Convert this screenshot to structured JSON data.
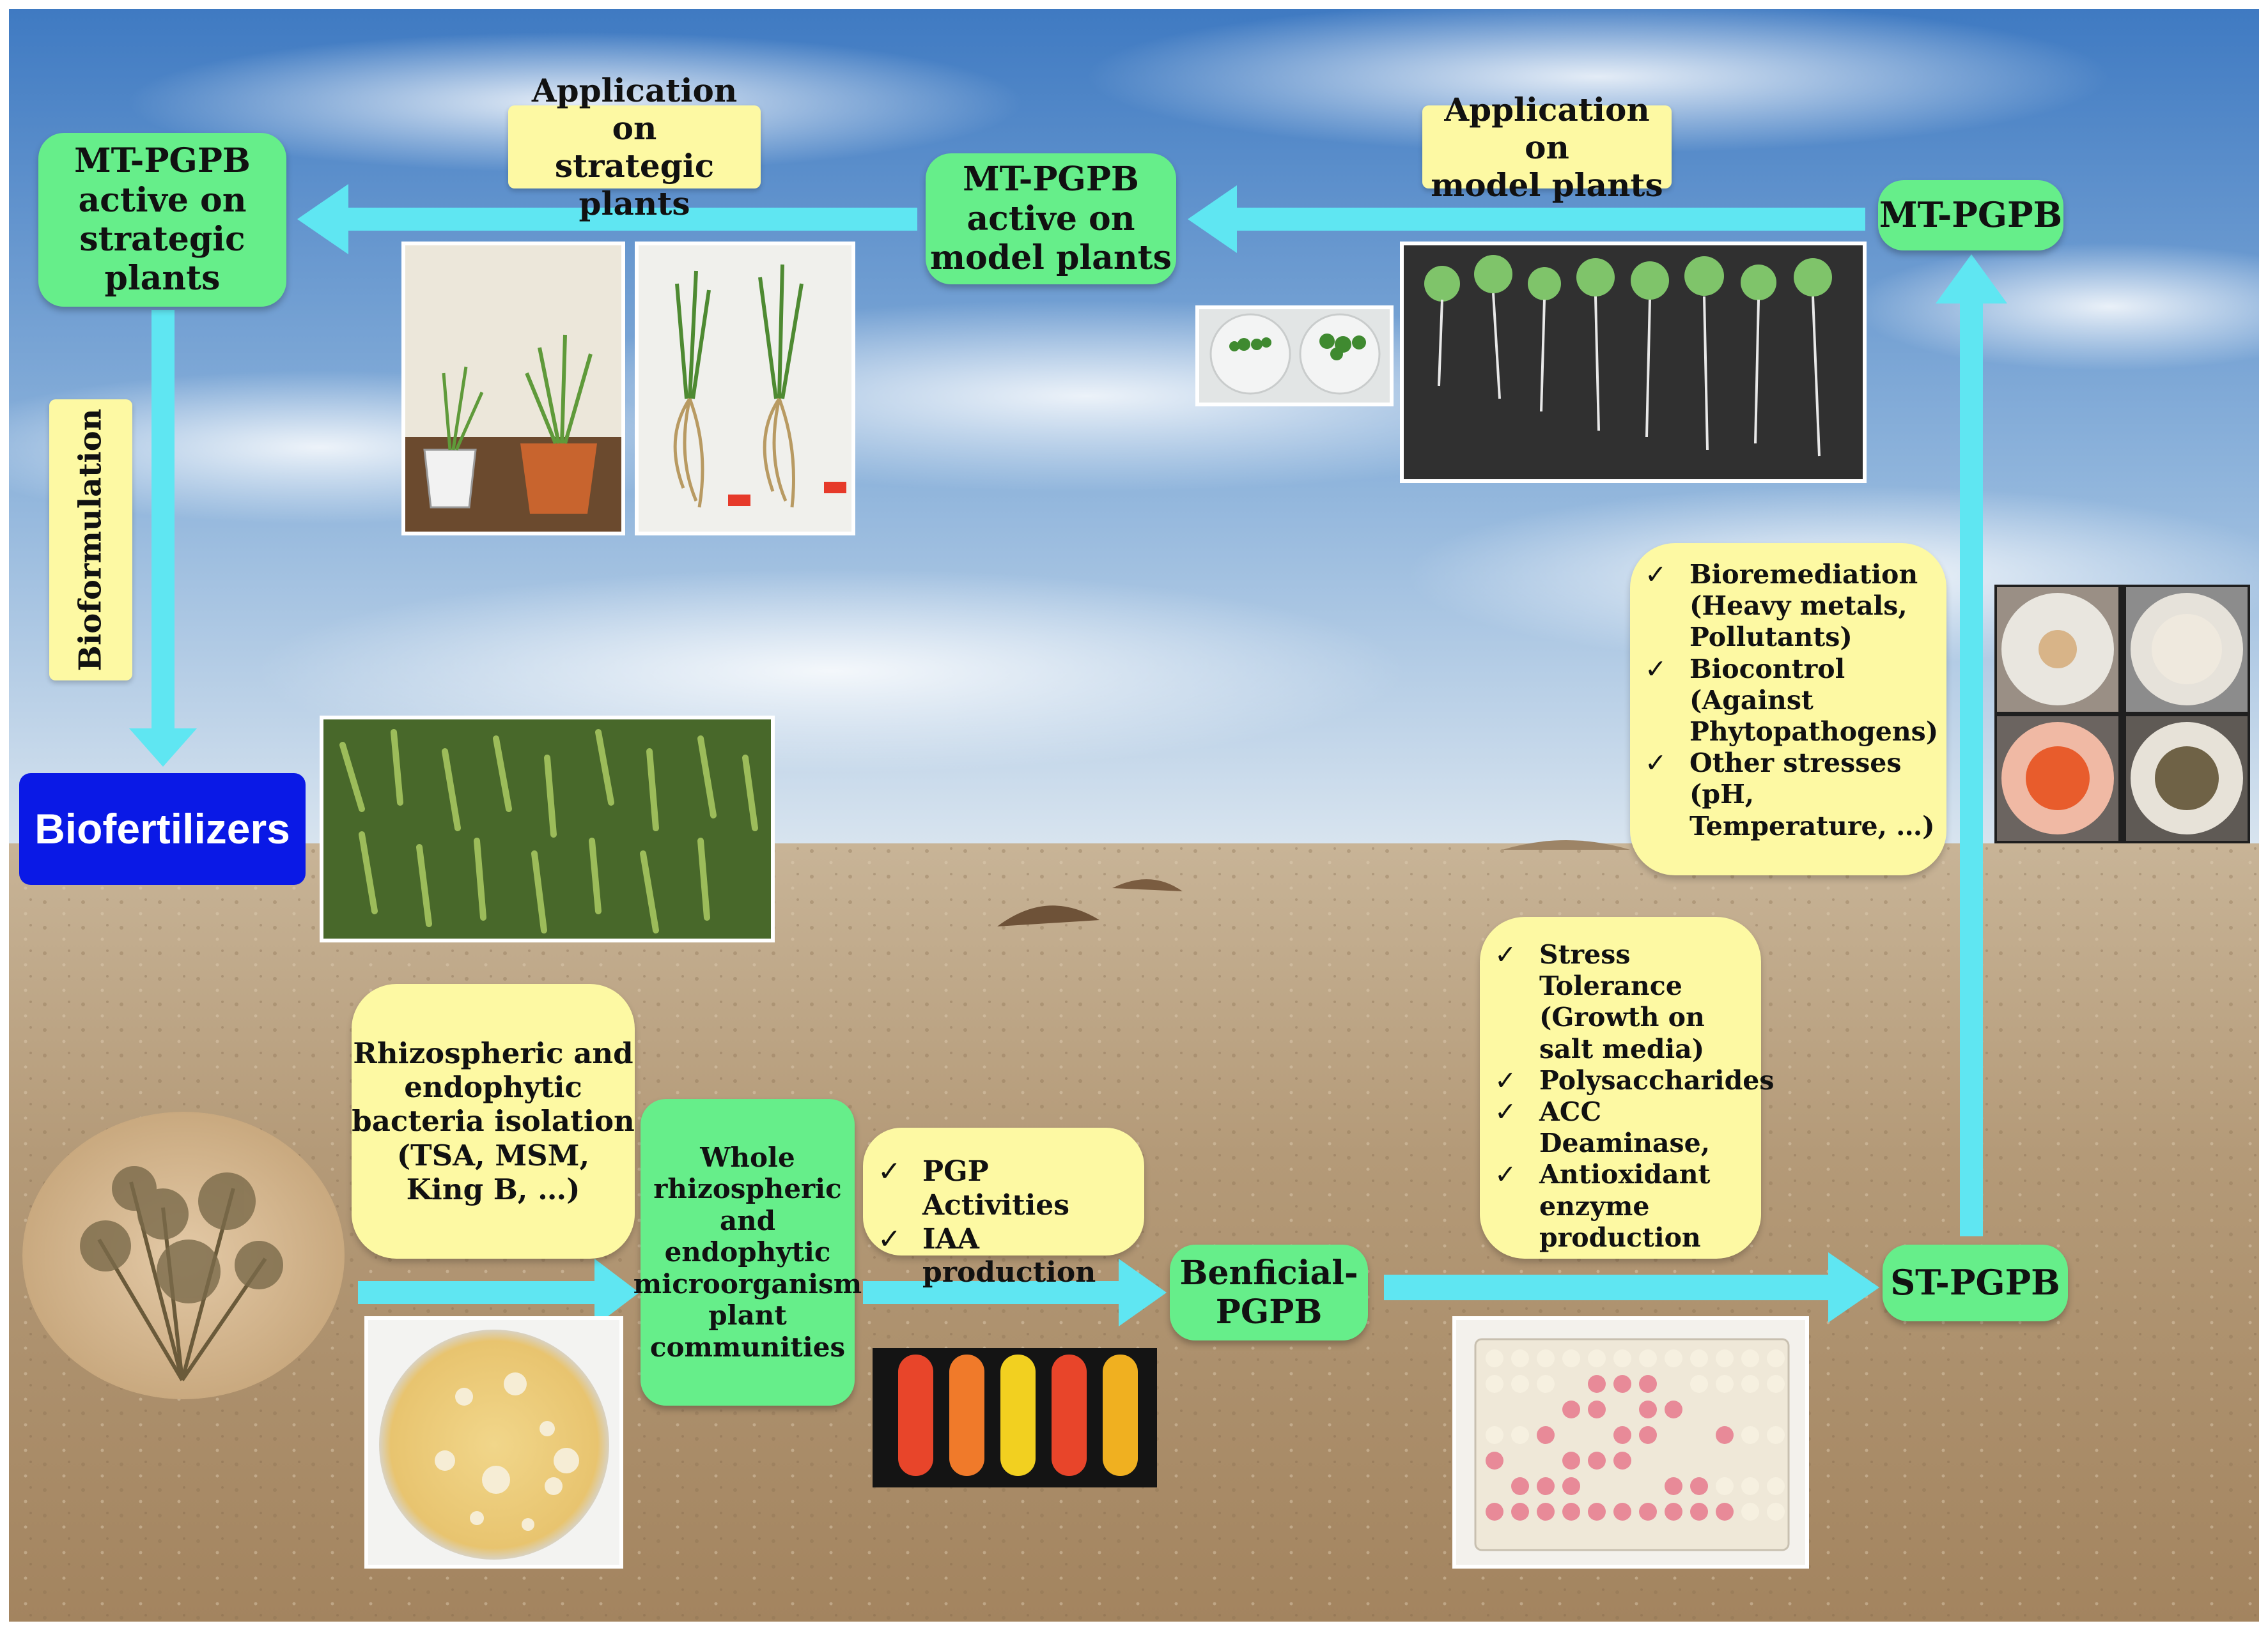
{
  "colors": {
    "sky_top": "#4f86c6",
    "sky_bottom": "#c9d9ea",
    "ground": "#b49a78",
    "arrow": "#5fe6f2",
    "green_box": "#66ee8a",
    "yellow_box": "#fdf9a3",
    "biofertilizers_bg": "#0a19e6",
    "biofertilizers_text": "#ffffff"
  },
  "nodes": {
    "mt_pgpb_strategic": [
      "MT-PGPB",
      "active on",
      "strategic",
      "plants"
    ],
    "mt_pgpb_model": [
      "MT-PGPB",
      "active on",
      "model plants"
    ],
    "mt_pgpb": "MT-PGPB",
    "st_pgpb": "ST-PGPB",
    "beneficial_pgpb": [
      "Benficial-",
      "PGPB"
    ],
    "whole_communities": [
      "Whole",
      "rhizospheric",
      "and",
      "endophytic",
      "microorganism",
      "plant",
      "communities"
    ],
    "biofertilizers": "Biofertilizers"
  },
  "labels": {
    "application_strategic": [
      "Application on",
      "strategic plants"
    ],
    "application_model": [
      "Application on",
      "model plants"
    ],
    "bioformulation": "Bioformulation",
    "isolation": [
      "Rhizospheric and",
      "endophytic",
      "bacteria isolation",
      "(TSA, MSM,",
      "King B, …)"
    ]
  },
  "lists": {
    "pgp": [
      "PGP Activities",
      "IAA production"
    ],
    "stress": [
      "Stress Tolerance (Growth on salt media)",
      "Polysaccharides",
      "ACC Deaminase,",
      "Antioxidant enzyme production"
    ],
    "bio": [
      "Bioremediation (Heavy metals, Pollutants)",
      "Biocontrol (Against Phytopathogens)",
      "Other stresses (pH, Temperature, …)"
    ]
  },
  "icons": {
    "potted_plants": "potted-wheat-photo",
    "uprooted_plants": "uprooted-wheat-photo",
    "seedlings": "arabidopsis-seedlings-photo",
    "petri_small": "small-petri-dishes-photo",
    "antagonism": "antagonism-plates-photo",
    "wheat_field": "wheat-field-photo",
    "shrub": "desert-shrub-photo",
    "colonies": "bacterial-colonies-plate-photo",
    "tubes": "iaa-test-tubes-photo",
    "microplate": "microplate-assay-photo"
  }
}
